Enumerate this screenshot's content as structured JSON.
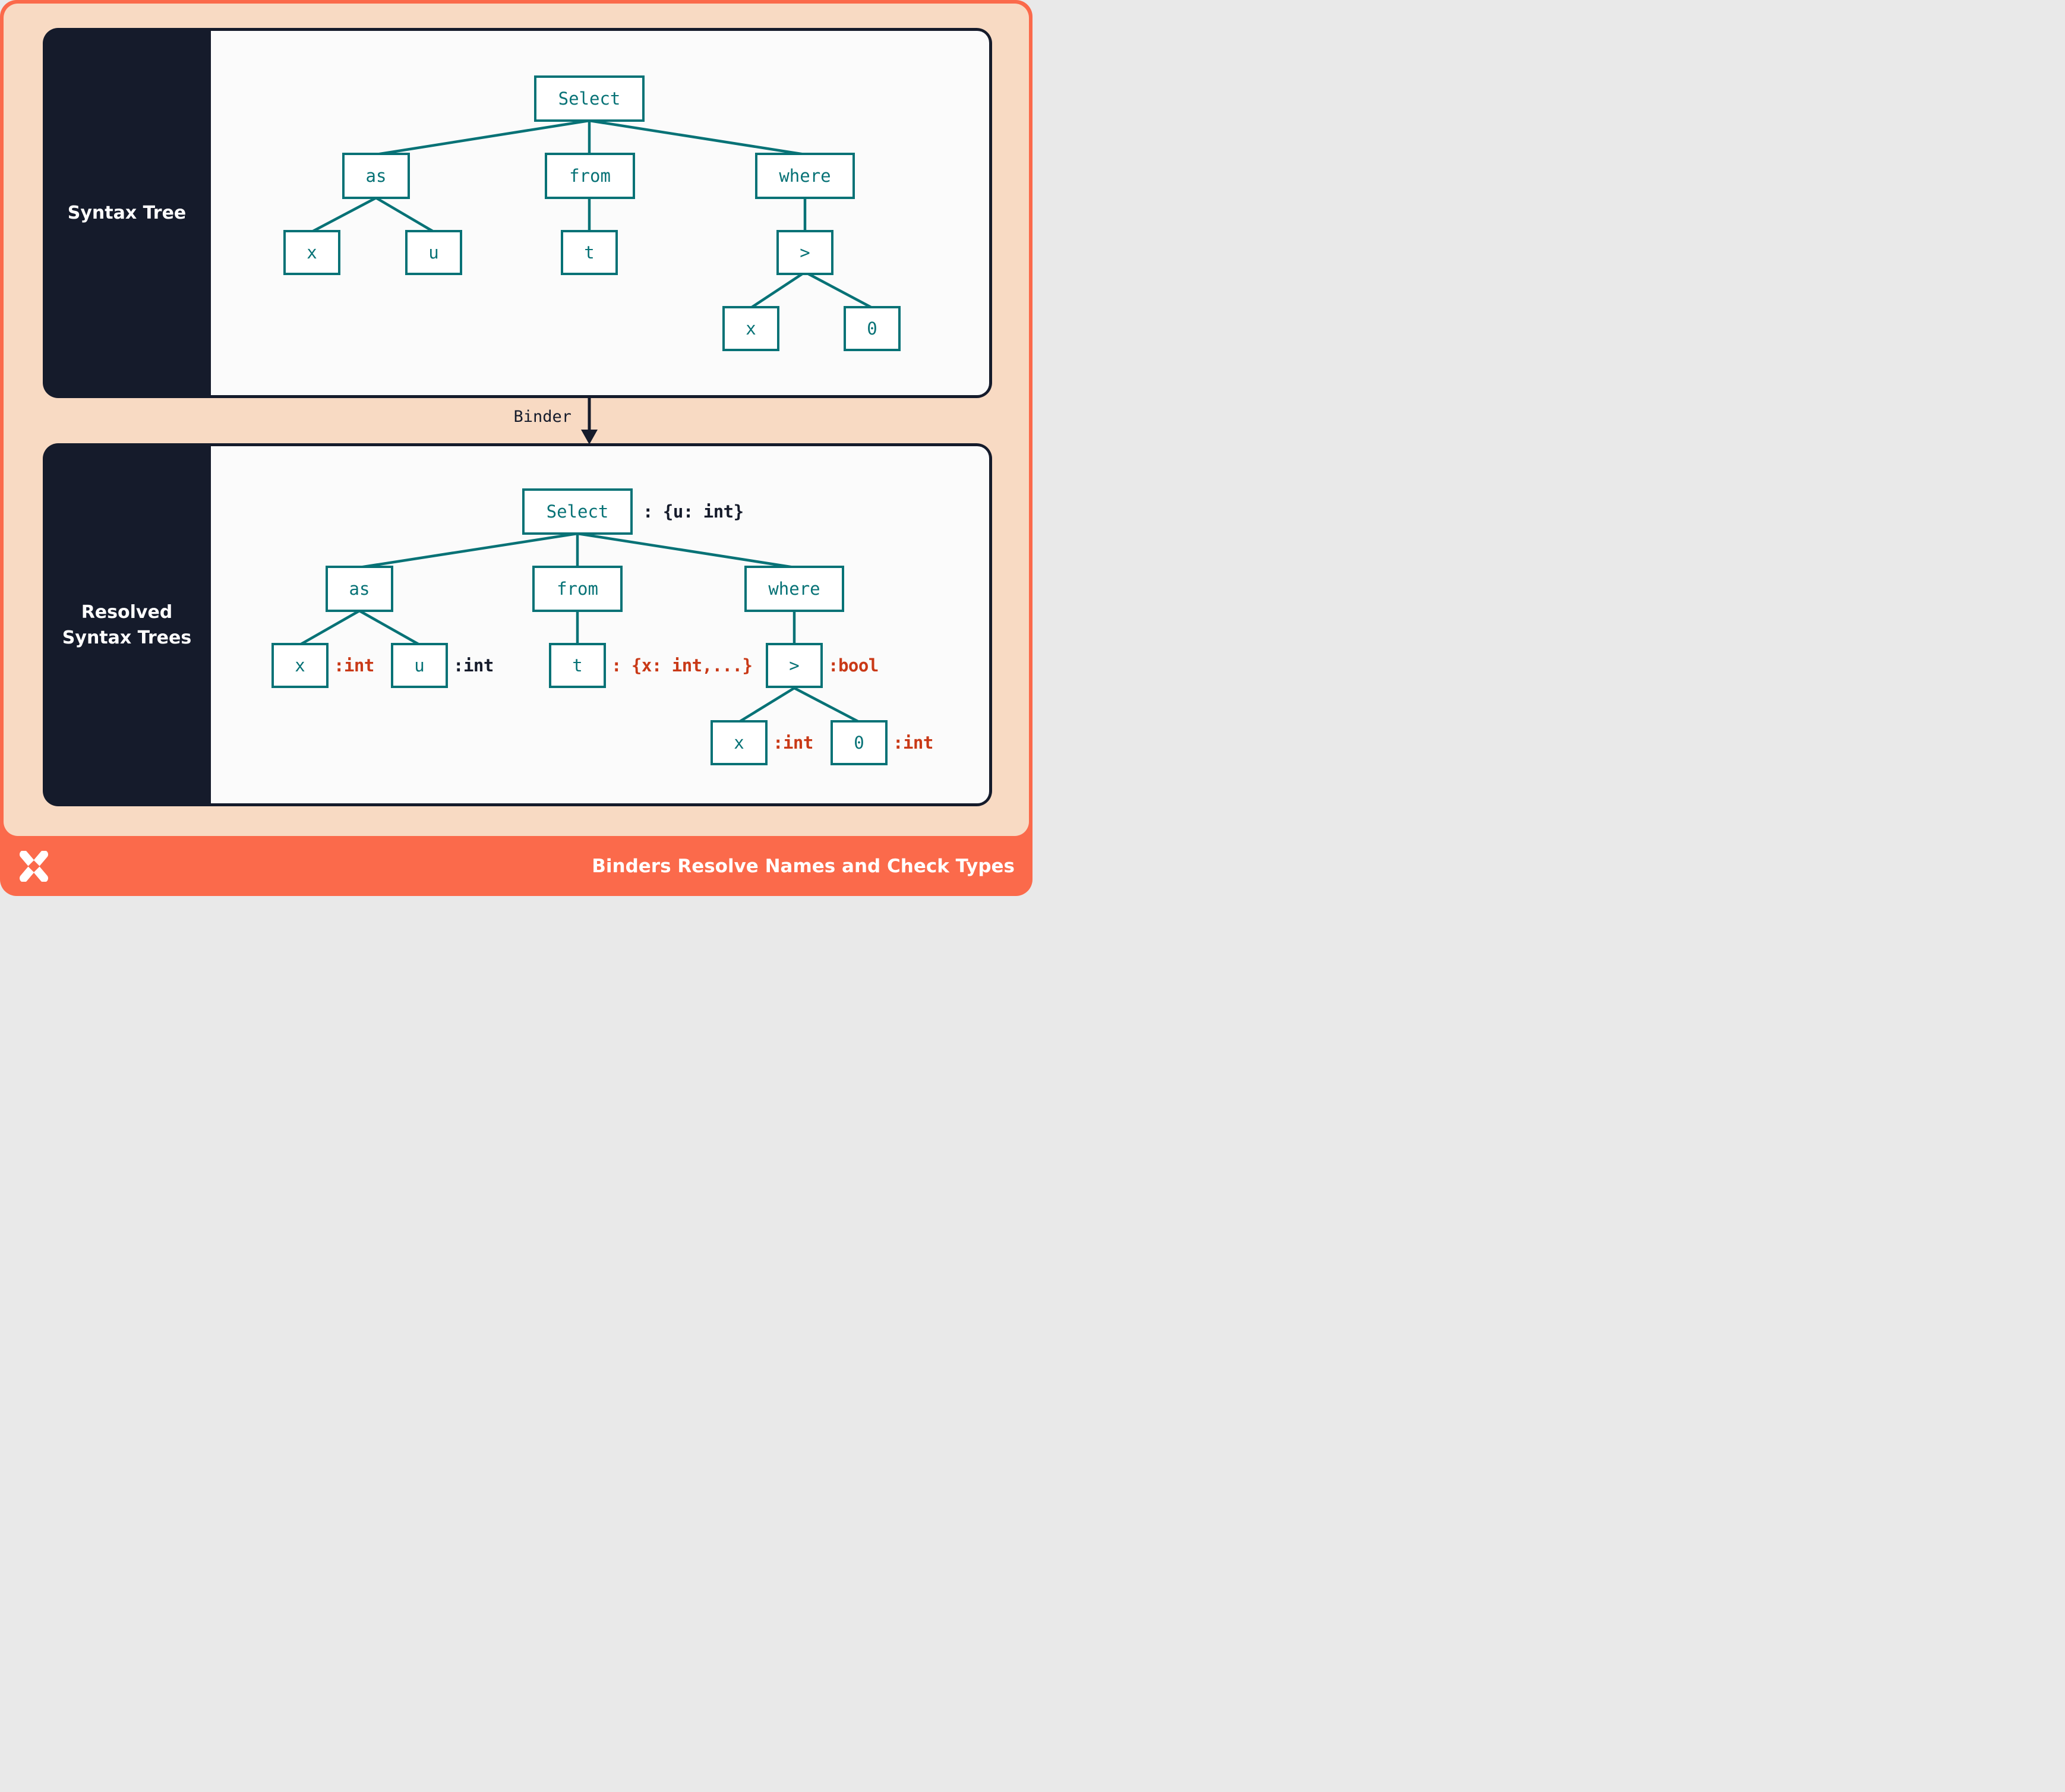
{
  "colors": {
    "frame_orange": "#FB6A4B",
    "canvas_peach": "#F8DAC3",
    "panel_navy": "#151B2B",
    "content_offwhite": "#FBFBFB",
    "node_fill": "#FFFFFF",
    "tree_teal": "#077276",
    "type_red": "#C93917",
    "text_white": "#FFFFFF"
  },
  "syntax_panel": {
    "title": "Syntax Tree",
    "nodes": {
      "select": "Select",
      "as": "as",
      "from": "from",
      "where": "where",
      "x": "x",
      "u": "u",
      "t": "t",
      "gt": ">",
      "x_child": "x",
      "zero": "0"
    }
  },
  "binder": {
    "label": "Binder",
    "arrow_icon": "down-arrow"
  },
  "resolved_panel": {
    "title_line1": "Resolved",
    "title_line2": "Syntax Trees",
    "nodes": {
      "select": "Select",
      "as": "as",
      "from": "from",
      "where": "where",
      "x": "x",
      "u": "u",
      "t": "t",
      "gt": ">",
      "x_child": "x",
      "zero": "0"
    },
    "types": {
      "select": ": {u: int}",
      "x": ":int",
      "u": ":int",
      "t": ": {x: int,...}",
      "gt": ":bool",
      "x_child": ":int",
      "zero": ":int"
    }
  },
  "footer": {
    "title": "Binders Resolve Names and Check Types",
    "logo_icon": "x-mark-logo"
  }
}
